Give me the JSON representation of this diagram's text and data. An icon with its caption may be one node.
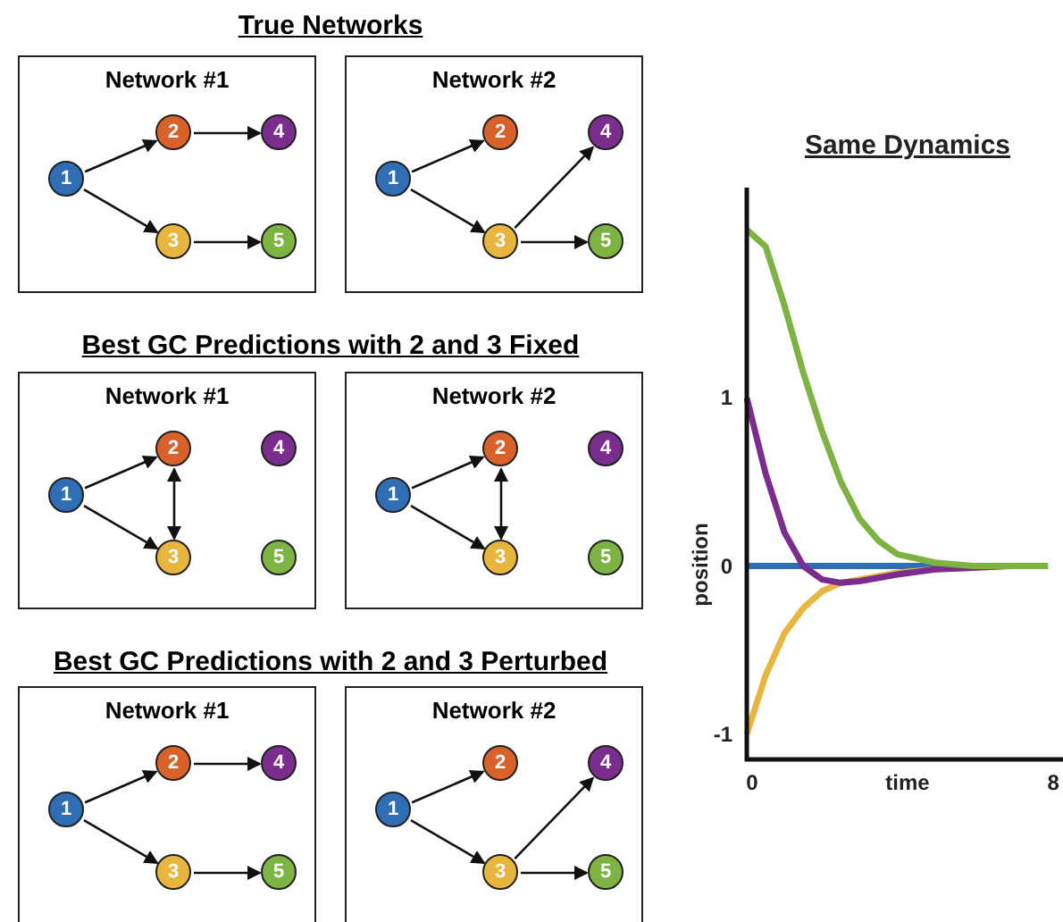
{
  "diagram": {
    "nodes": [
      {
        "text": [
          "Network #1"
        ]
      },
      {
        "text": [
          "1"
        ],
        "in": 0
      },
      {
        "text": [
          "2"
        ],
        "in": 0
      },
      {
        "text": [
          "3"
        ],
        "in": 0
      },
      {
        "text": [
          "4"
        ],
        "in": 0
      },
      {
        "text": [
          "5"
        ],
        "in": 0
      },
      {
        "text": [
          "Network #2"
        ]
      },
      {
        "text": [
          "1"
        ],
        "in": 6
      },
      {
        "text": [
          "2"
        ],
        "in": 6
      },
      {
        "text": [
          "3"
        ],
        "in": 6
      },
      {
        "text": [
          "4"
        ],
        "in": 6
      },
      {
        "text": [
          "5"
        ],
        "in": 6
      },
      {
        "text": [
          "Network #1"
        ]
      },
      {
        "text": [
          "1"
        ],
        "in": 12
      },
      {
        "text": [
          "2"
        ],
        "in": 12
      },
      {
        "text": [
          "3"
        ],
        "in": 12
      },
      {
        "text": [
          "4"
        ],
        "in": 12
      },
      {
        "text": [
          "5"
        ],
        "in": 12
      },
      {
        "text": [
          "Network #2"
        ]
      },
      {
        "text": [
          "1"
        ],
        "in": 18
      },
      {
        "text": [
          "2"
        ],
        "in": 18
      },
      {
        "text": [
          "3"
        ],
        "in": 18
      },
      {
        "text": [
          "4"
        ],
        "in": 18
      },
      {
        "text": [
          "5"
        ],
        "in": 18
      },
      {
        "text": [
          "Network #1"
        ]
      },
      {
        "text": [
          "1"
        ],
        "in": 24
      },
      {
        "text": [
          "2"
        ],
        "in": 24
      },
      {
        "text": [
          "3"
        ],
        "in": 24
      },
      {
        "text": [
          "4"
        ],
        "in": 24
      },
      {
        "text": [
          "5"
        ],
        "in": 24
      },
      {
        "text": [
          "Network #2"
        ]
      },
      {
        "text": [
          "1"
        ],
        "in": 30
      },
      {
        "text": [
          "2"
        ],
        "in": 30
      },
      {
        "text": [
          "3"
        ],
        "in": 30
      },
      {
        "text": [
          "4"
        ],
        "in": 30
      },
      {
        "text": [
          "5"
        ],
        "in": 30
      }
    ],
    "edges": [
      {
        "from": 1,
        "to": 2,
        "arrow": "to"
      },
      {
        "from": 1,
        "to": 3,
        "arrow": "to"
      },
      {
        "from": 2,
        "to": 4,
        "arrow": "to"
      },
      {
        "from": 3,
        "to": 5,
        "arrow": "to"
      },
      {
        "from": 7,
        "to": 8,
        "arrow": "to"
      },
      {
        "from": 7,
        "to": 9,
        "arrow": "to"
      },
      {
        "from": 9,
        "to": 10,
        "arrow": "to"
      },
      {
        "from": 9,
        "to": 11,
        "arrow": "to"
      },
      {
        "from": 13,
        "to": 14,
        "arrow": "to"
      },
      {
        "from": 13,
        "to": 15,
        "arrow": "to"
      },
      {
        "from": 14,
        "to": 15,
        "arrow": "both"
      },
      {
        "from": 19,
        "to": 20,
        "arrow": "to"
      },
      {
        "from": 19,
        "to": 21,
        "arrow": "to"
      },
      {
        "from": 20,
        "to": 21,
        "arrow": "both"
      },
      {
        "from": 25,
        "to": 26,
        "arrow": "to"
      },
      {
        "from": 25,
        "to": 27,
        "arrow": "to"
      },
      {
        "from": 26,
        "to": 28,
        "arrow": "to"
      },
      {
        "from": 27,
        "to": 29,
        "arrow": "to"
      },
      {
        "from": 31,
        "to": 32,
        "arrow": "to"
      },
      {
        "from": 31,
        "to": 33,
        "arrow": "to"
      },
      {
        "from": 33,
        "to": 34,
        "arrow": "to"
      },
      {
        "from": 33,
        "to": 35,
        "arrow": "to"
      }
    ],
    "labels": [
      "True Networks",
      "Best GC Predictions with 2 and 3 Fixed",
      "Best GC Predictions with 2 and 3 Perturbed"
    ],
    "chart_data": {
      "type": "line",
      "title": "Same Dynamics",
      "xlabel": "time",
      "ylabel": "position",
      "x": [
        0,
        0.5,
        1,
        1.5,
        2,
        2.5,
        3,
        3.5,
        4,
        5,
        6,
        7,
        8
      ],
      "series": [
        {
          "color": "#2f6db5",
          "values": [
            0,
            0,
            0,
            0,
            0,
            0,
            0,
            0,
            0,
            0,
            0,
            null,
            null
          ]
        },
        {
          "color": "#e8b53e",
          "values": [
            -1,
            -0.65,
            -0.4,
            -0.25,
            -0.15,
            -0.1,
            -0.08,
            -0.06,
            -0.04,
            -0.02,
            -0.01,
            null,
            null
          ]
        },
        {
          "color": "#7b2d8e",
          "values": [
            1,
            0.55,
            0.2,
            0,
            -0.08,
            -0.1,
            -0.09,
            -0.07,
            -0.05,
            -0.02,
            -0.01,
            0,
            0
          ]
        },
        {
          "color": "#7cb342",
          "values": [
            2,
            1.9,
            1.55,
            1.15,
            0.8,
            0.5,
            0.28,
            0.15,
            0.07,
            0.02,
            0,
            0,
            0
          ]
        }
      ],
      "xticks": [
        0,
        8
      ],
      "yticks": [
        -1,
        0,
        1
      ],
      "xlim": [
        0,
        8.4
      ],
      "ylim": [
        -1.15,
        2.25
      ]
    }
  }
}
